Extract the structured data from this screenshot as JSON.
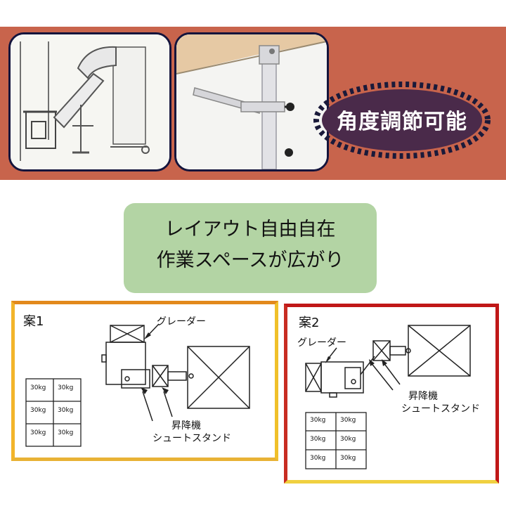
{
  "badge_text": "角度調節可能",
  "slogan": {
    "line1": "レイアウト自由自在",
    "line2": "作業スペースが広がり"
  },
  "layouts": [
    {
      "title": "案1",
      "grader_label": "グレーダー",
      "lift_label": "昇降機",
      "chute_label": "シュートスタンド",
      "pallet_cells": [
        "30kg",
        "30kg",
        "30kg",
        "30kg",
        "30kg",
        "30kg"
      ]
    },
    {
      "title": "案2",
      "grader_label": "グレーダー",
      "lift_label": "昇降機",
      "chute_label": "シュートスタンド",
      "pallet_cells": [
        "30kg",
        "30kg",
        "30kg",
        "30kg",
        "30kg",
        "30kg"
      ]
    }
  ],
  "colors": {
    "banner": "#c8644c",
    "badge_fill": "#4a2a4a",
    "badge_dots": "#1a1a3a",
    "slogan_bg": "#b3d4a4",
    "frame1": "#f0b42a",
    "frame2": "#c01818"
  }
}
